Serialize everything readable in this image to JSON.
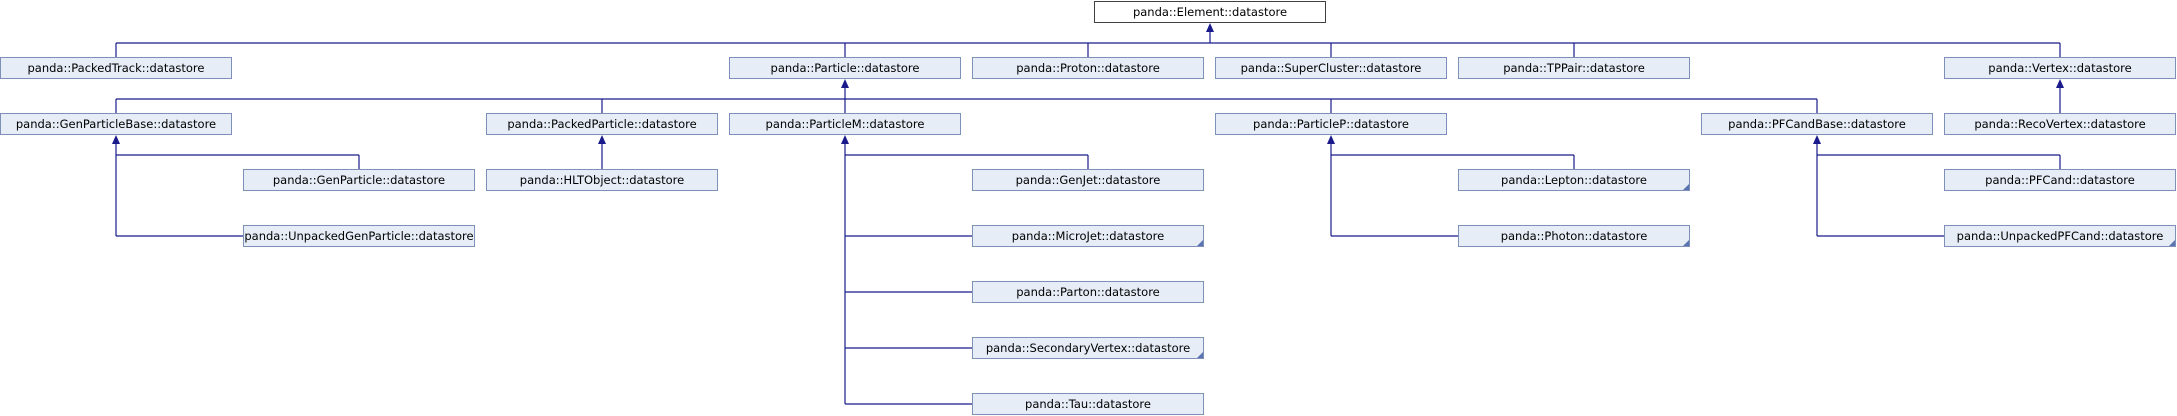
{
  "diagram": {
    "nodes": [
      {
        "id": "element",
        "label": "panda::Element::datastore",
        "root": true
      },
      {
        "id": "packedtrack",
        "label": "panda::PackedTrack::datastore"
      },
      {
        "id": "particle",
        "label": "panda::Particle::datastore"
      },
      {
        "id": "proton",
        "label": "panda::Proton::datastore"
      },
      {
        "id": "supercluster",
        "label": "panda::SuperCluster::datastore"
      },
      {
        "id": "tppair",
        "label": "panda::TPPair::datastore"
      },
      {
        "id": "vertex",
        "label": "panda::Vertex::datastore"
      },
      {
        "id": "genparticlebase",
        "label": "panda::GenParticleBase::datastore"
      },
      {
        "id": "packedparticle",
        "label": "panda::PackedParticle::datastore"
      },
      {
        "id": "particlem",
        "label": "panda::ParticleM::datastore"
      },
      {
        "id": "particlep",
        "label": "panda::ParticleP::datastore"
      },
      {
        "id": "pfcandbase",
        "label": "panda::PFCandBase::datastore"
      },
      {
        "id": "recovertex",
        "label": "panda::RecoVertex::datastore"
      },
      {
        "id": "genparticle",
        "label": "panda::GenParticle::datastore"
      },
      {
        "id": "unpackedgenparticle",
        "label": "panda::UnpackedGenParticle::datastore"
      },
      {
        "id": "hltobject",
        "label": "panda::HLTObject::datastore"
      },
      {
        "id": "genjet",
        "label": "panda::GenJet::datastore"
      },
      {
        "id": "microjet",
        "label": "panda::MicroJet::datastore",
        "has_children": true
      },
      {
        "id": "parton",
        "label": "panda::Parton::datastore"
      },
      {
        "id": "secondaryvertex",
        "label": "panda::SecondaryVertex::datastore",
        "has_children": true
      },
      {
        "id": "tau",
        "label": "panda::Tau::datastore"
      },
      {
        "id": "lepton",
        "label": "panda::Lepton::datastore",
        "has_children": true
      },
      {
        "id": "photon",
        "label": "panda::Photon::datastore",
        "has_children": true
      },
      {
        "id": "pfcand",
        "label": "panda::PFCand::datastore"
      },
      {
        "id": "unpackedpfcand",
        "label": "panda::UnpackedPFCand::datastore",
        "has_children": true
      }
    ],
    "edges": [
      {
        "from": "packedtrack",
        "to": "element"
      },
      {
        "from": "particle",
        "to": "element"
      },
      {
        "from": "proton",
        "to": "element"
      },
      {
        "from": "supercluster",
        "to": "element"
      },
      {
        "from": "tppair",
        "to": "element"
      },
      {
        "from": "vertex",
        "to": "element"
      },
      {
        "from": "genparticlebase",
        "to": "particle"
      },
      {
        "from": "packedparticle",
        "to": "particle"
      },
      {
        "from": "particlem",
        "to": "particle"
      },
      {
        "from": "particlep",
        "to": "particle"
      },
      {
        "from": "pfcandbase",
        "to": "particle"
      },
      {
        "from": "recovertex",
        "to": "vertex"
      },
      {
        "from": "genparticle",
        "to": "genparticlebase"
      },
      {
        "from": "unpackedgenparticle",
        "to": "genparticlebase"
      },
      {
        "from": "hltobject",
        "to": "packedparticle"
      },
      {
        "from": "genjet",
        "to": "particlem"
      },
      {
        "from": "microjet",
        "to": "particlem"
      },
      {
        "from": "parton",
        "to": "particlem"
      },
      {
        "from": "secondaryvertex",
        "to": "particlem"
      },
      {
        "from": "tau",
        "to": "particlem"
      },
      {
        "from": "lepton",
        "to": "particlep"
      },
      {
        "from": "photon",
        "to": "particlep"
      },
      {
        "from": "pfcand",
        "to": "pfcandbase"
      },
      {
        "from": "unpackedpfcand",
        "to": "pfcandbase"
      }
    ],
    "colors": {
      "edge": "#1a1a8c",
      "node_fill": "#e6edf7",
      "node_border": "#7d90b8"
    }
  }
}
